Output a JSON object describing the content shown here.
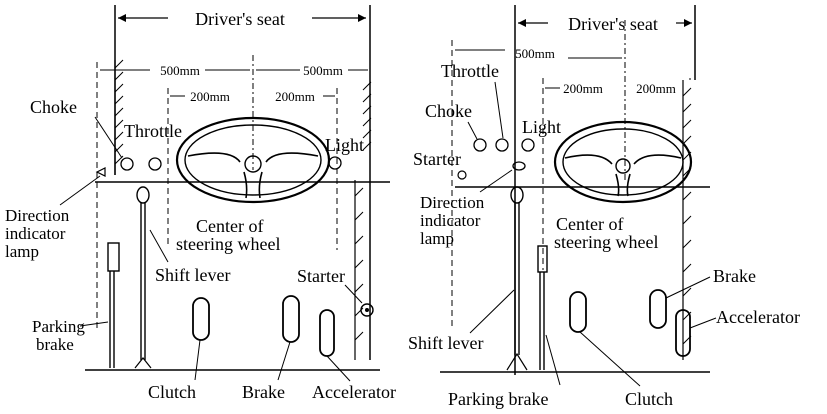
{
  "left": {
    "drivers_seat": "Driver's seat",
    "dim_left": "500mm",
    "dim_right": "500mm",
    "dim_small_left": "200mm",
    "dim_small_right": "200mm",
    "choke": "Choke",
    "throttle": "Throttle",
    "light": "Light",
    "direction_indicator": [
      "Direction",
      "indicator",
      "lamp"
    ],
    "center_steering": [
      "Center of",
      "steering wheel"
    ],
    "shift_lever": "Shift lever",
    "starter": "Starter",
    "parking_brake": [
      "Parking",
      "brake"
    ],
    "clutch": "Clutch",
    "brake": "Brake",
    "accelerator": "Accelerator"
  },
  "right": {
    "drivers_seat": "Driver's seat",
    "dim_500": "500mm",
    "dim_small_left": "200mm",
    "dim_small_right": "200mm",
    "throttle": "Throttle",
    "choke": "Choke",
    "light": "Light",
    "starter": "Starter",
    "direction_indicator": [
      "Direction",
      "indicator",
      "lamp"
    ],
    "center_steering": [
      "Center of",
      "steering wheel"
    ],
    "brake": "Brake",
    "accelerator": "Accelerator",
    "shift_lever": "Shift lever",
    "parking_brake": "Parking brake",
    "clutch": "Clutch"
  }
}
